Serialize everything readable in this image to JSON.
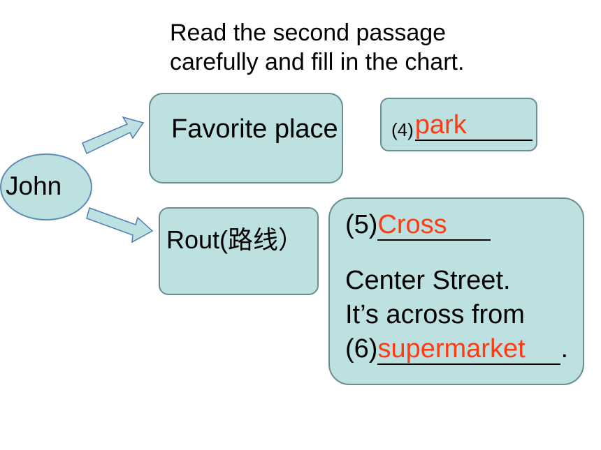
{
  "title": {
    "line1": "Read the second passage",
    "line2": "carefully and fill in the chart."
  },
  "nodes": {
    "person": "John",
    "favorite_place": "Favorite place",
    "route": "Rout(路线）"
  },
  "answers": {
    "q4": {
      "number": "(4)",
      "answer": "park"
    },
    "q5": {
      "number": "(5)",
      "answer": "Cross"
    },
    "route_text_1": "Center Street.",
    "route_text_2": "It’s across from",
    "q6": {
      "number": "(6)",
      "answer": "supermarket",
      "trail": "."
    }
  },
  "colors": {
    "box_fill": "#bde0e0",
    "box_border": "#6b8e91",
    "answer_red": "#ff3b14"
  }
}
